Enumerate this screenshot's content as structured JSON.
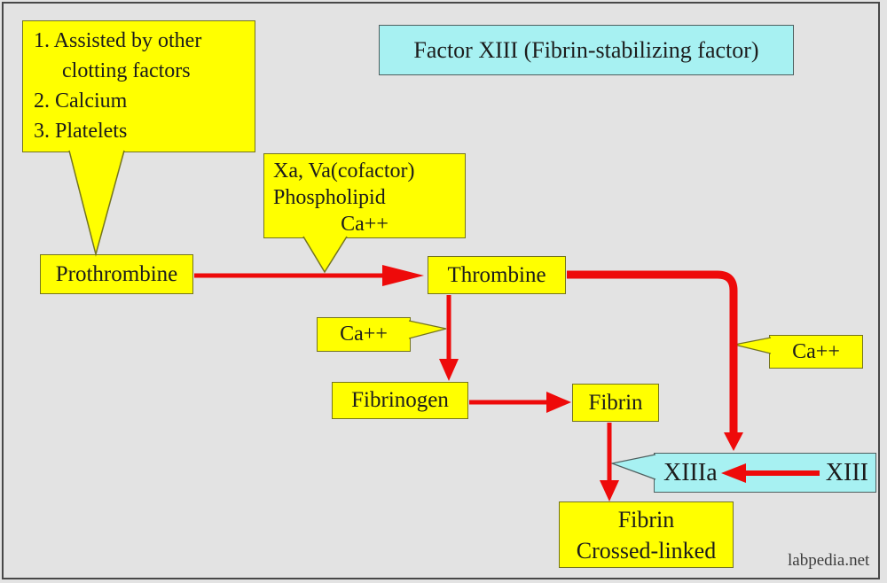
{
  "diagram": {
    "title": "Factor XIII (Fibrin-stabilizing factor)",
    "note_box": {
      "lines": [
        "1. Assisted by other",
        "clotting factors",
        "2. Calcium",
        "3. Platelets"
      ]
    },
    "callouts": {
      "cofactors": {
        "lines": [
          "Xa, Va(cofactor)",
          "Phospholipid",
          "Ca++"
        ]
      },
      "ca_left": {
        "label": "Ca++"
      },
      "ca_right": {
        "label": "Ca++"
      }
    },
    "nodes": {
      "prothrombine": {
        "label": "Prothrombine"
      },
      "thrombine": {
        "label": "Thrombine"
      },
      "fibrinogen": {
        "label": "Fibrinogen"
      },
      "fibrin": {
        "label": "Fibrin"
      },
      "fibrin_crosslinked": {
        "lines": [
          "Fibrin",
          "Crossed-linked"
        ]
      },
      "xiiia": {
        "label": "XIIIa"
      },
      "xiii": {
        "label": "XIII"
      }
    },
    "flow": [
      {
        "from": "Prothrombine",
        "to": "Thrombine"
      },
      {
        "from": "Thrombine",
        "to": "Fibrinogen"
      },
      {
        "from": "Thrombine",
        "to": "XIIIa"
      },
      {
        "from": "Fibrinogen",
        "to": "Fibrin"
      },
      {
        "from": "Fibrin",
        "to": "Fibrin Crossed-linked"
      },
      {
        "from": "XIII",
        "to": "XIIIa"
      }
    ],
    "colors": {
      "background": "#e3e3e3",
      "box_yellow": "#ffff00",
      "box_cyan": "#a7f1f2",
      "arrow_red": "#ee0a0a",
      "outer_border": "#484848",
      "text": "#1c1c1c"
    },
    "watermark": "labpedia.net"
  }
}
